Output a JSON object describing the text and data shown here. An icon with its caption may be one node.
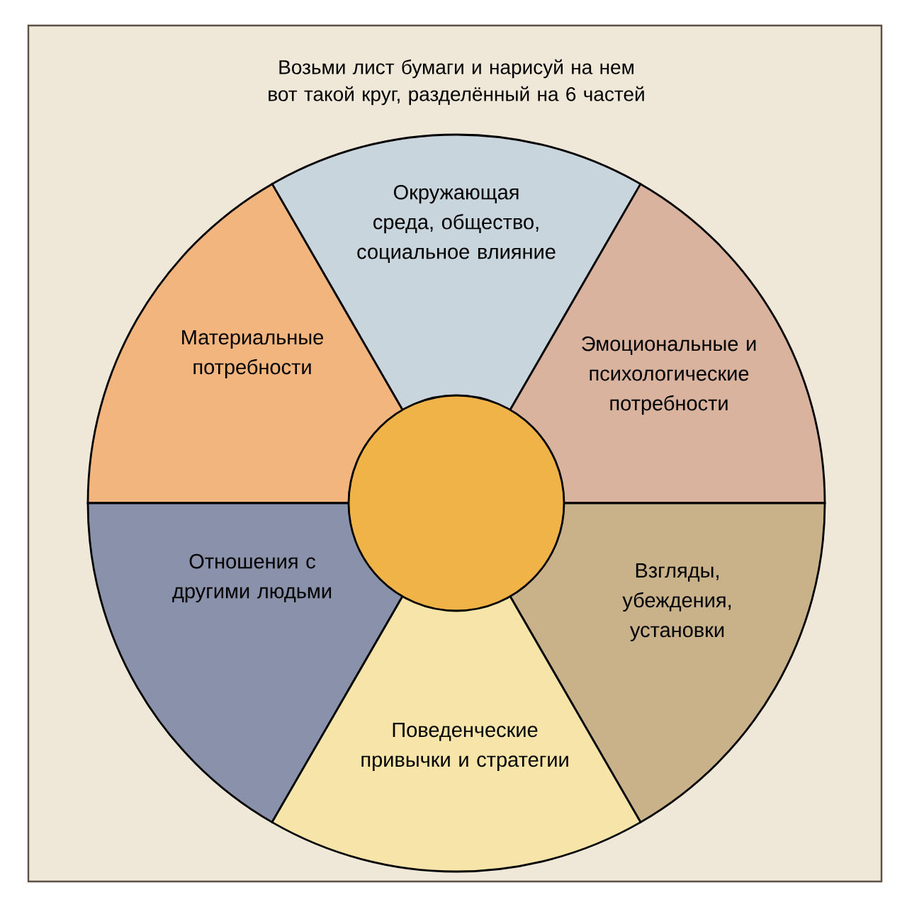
{
  "diagram": {
    "title": "Возьми лист бумаги и нарисуй на нем вот такой круг, разделённый на 6 частей",
    "nodes": [
      {
        "text": [
          "Окружающая среда, общество, социальное влияние"
        ]
      },
      {
        "text": [
          "Материальные потребности"
        ]
      },
      {
        "text": [
          "Эмоциональные и психологические потребности"
        ]
      },
      {
        "text": [
          "Отношения с другими людьми"
        ]
      },
      {
        "text": [
          "Взгляды, убеждения, установки"
        ]
      },
      {
        "text": [
          "Поведенческие привычки и стратегии"
        ]
      },
      {
        "text": [],
        "shape": "circle"
      }
    ]
  }
}
